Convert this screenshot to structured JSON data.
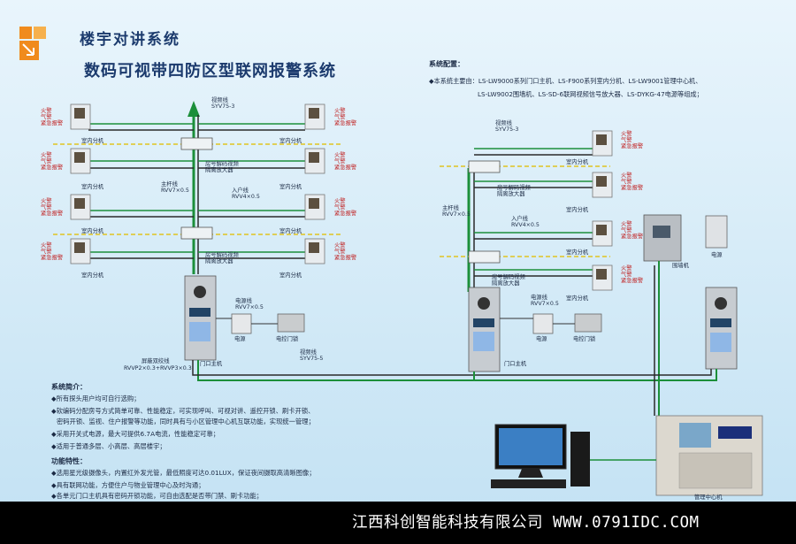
{
  "header": {
    "title": "楼宇对讲系统",
    "subtitle": "数码可视带四防区型联网报警系统"
  },
  "config": {
    "title": "系统配置：",
    "lines": [
      "◆本系统主要由：LS-LW9000系列门口主机、LS-F900系列室内分机、LS-LW9001管理中心机、",
      "LS-LW9002围墙机、LS-SD-6联网视频信号放大器、LS-DYKG-47电源等组成；"
    ]
  },
  "intro": {
    "title": "系统简介：",
    "lines": [
      "◆所有探头用户均可自行选购；",
      "◆软编码分配房号方式简单可靠、性能稳定，可实现呼叫、可视对讲、遥控开锁、刷卡开锁、",
      "密码开锁、监视、住户报警等功能，同时具有与小区管理中心机互联功能，实现统一管理；",
      "◆采用开关式电源，最大可提供6.7A电流，性能稳定可靠；",
      "◆适用于普通多层、小高层、高层楼宇；"
    ]
  },
  "features": {
    "title": "功能特性：",
    "lines": [
      "◆选用星光级摄像头，内置红外发光管，最低照度可达0.01LUX，保证夜间摄取高清晰图像；",
      "◆具有联网功能，方便住户与物业管理中心及时沟通；",
      "◆各单元门口主机具有密码开锁功能，可自由选配是否带门禁、刷卡功能；"
    ]
  },
  "labels": {
    "alarm": [
      "火警",
      "气警",
      "紧急报警"
    ],
    "indoor_unit": "室内分机",
    "video_line": "视频线",
    "video_line_spec": "SYV75-3",
    "video_line_spec2": "SYV75-5",
    "trunk_line": "主杆线",
    "trunk_spec": "RVV7×0.5",
    "household_line": "入户线",
    "household_spec": "RVV4×0.5",
    "decoder": "房号解码视频",
    "decoder2": "隔离放大器",
    "power_line": "电源线",
    "power_spec": "RVV7×0.5",
    "power": "电源",
    "lock": "电控门锁",
    "door_host": "门口主机",
    "shielded_twisted": "屏蔽双绞线",
    "shielded_spec": "RVVP2×0.3+RVVP3×0.3",
    "wall_unit": "围墙机",
    "management": "管理中心机"
  },
  "footer": {
    "company": "江西科创智能科技有限公司 WWW.0791IDC.COM"
  },
  "colors": {
    "title": "#1b3a6d",
    "green_wire": "#1c8f3a",
    "yellow_wire": "#e0c420",
    "logo_orange": "#f08b1d",
    "footer_bg": "#000000"
  }
}
